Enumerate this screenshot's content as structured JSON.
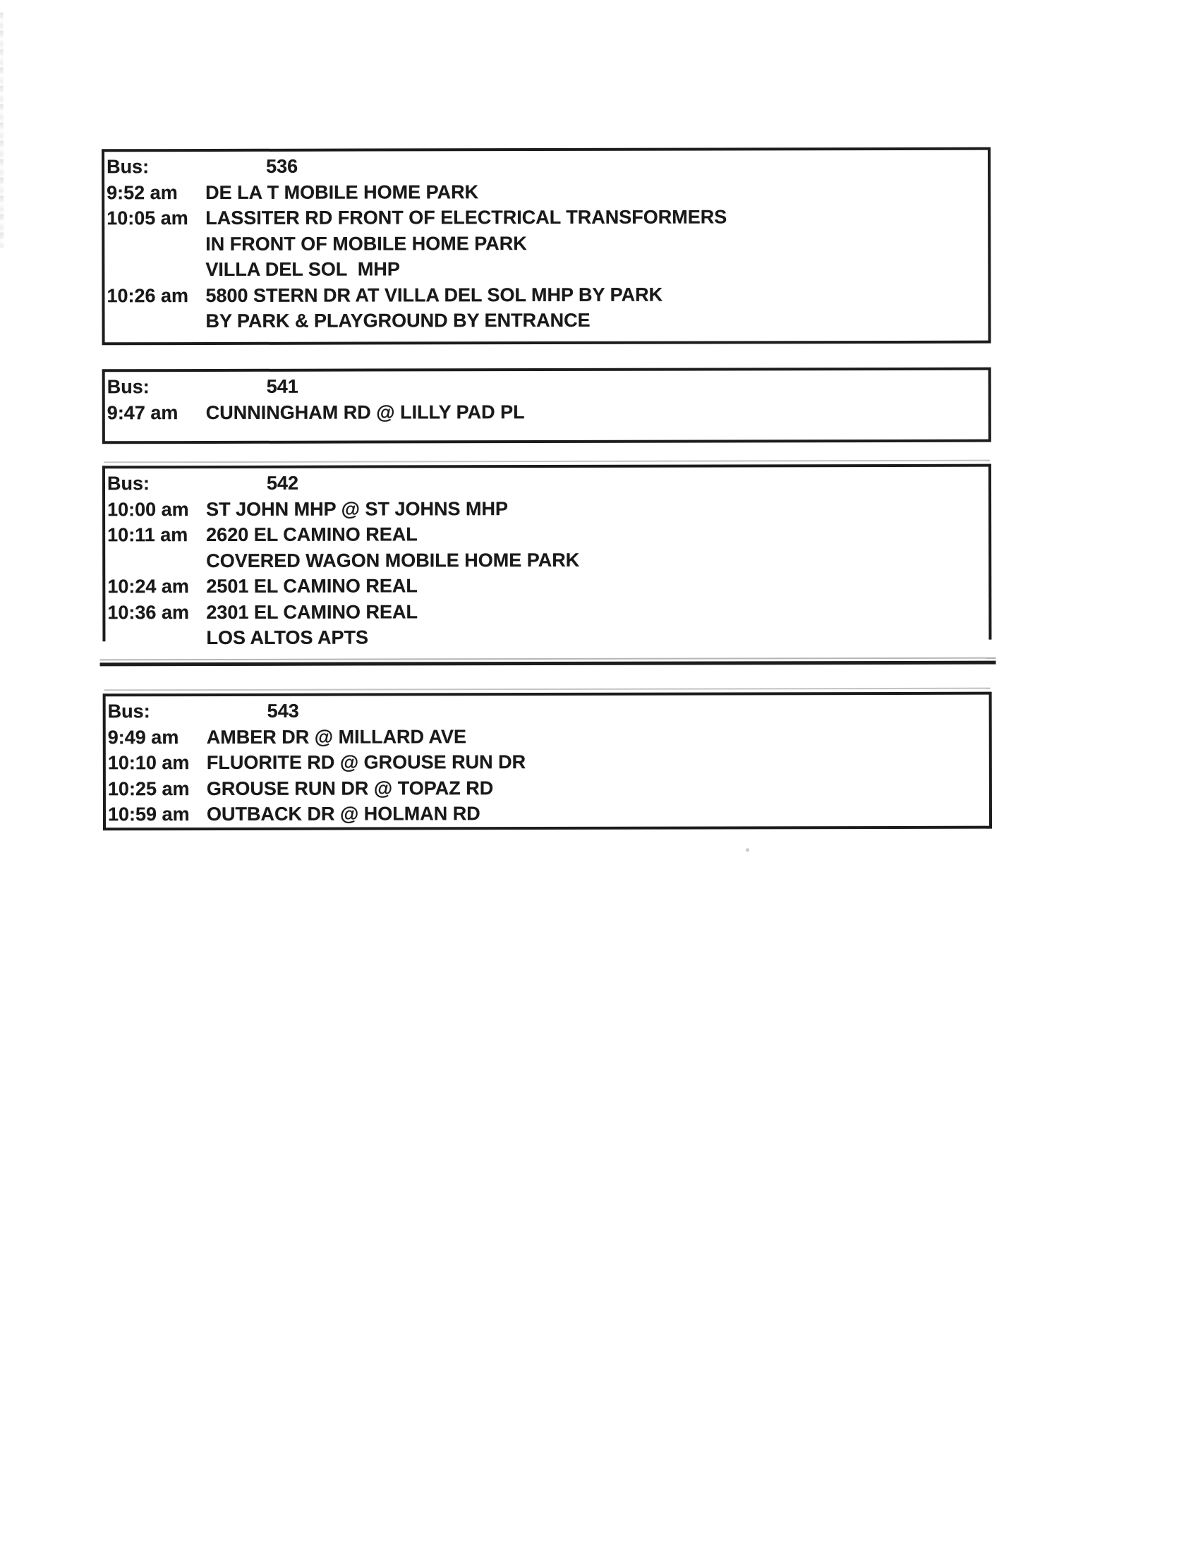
{
  "page": {
    "background_color": "#ffffff",
    "text_color": "#191919",
    "border_color": "#1c1c1c"
  },
  "schedules": [
    {
      "bus_label": "Bus:",
      "bus_number": "536",
      "stops": [
        {
          "time": "9:52 am",
          "location": "DE LA T MOBILE HOME PARK"
        },
        {
          "time": "10:05 am",
          "location": "LASSITER RD FRONT OF ELECTRICAL TRANSFORMERS"
        },
        {
          "time": "",
          "location": "IN FRONT OF MOBILE HOME PARK"
        },
        {
          "time": "",
          "location": "VILLA DEL SOL  MHP"
        },
        {
          "time": "10:26 am",
          "location": "5800 STERN DR AT VILLA DEL SOL MHP BY PARK"
        },
        {
          "time": "",
          "location": "BY PARK & PLAYGROUND BY ENTRANCE"
        }
      ]
    },
    {
      "bus_label": "Bus:",
      "bus_number": "541",
      "stops": [
        {
          "time": "9:47 am",
          "location": "CUNNINGHAM RD @ LILLY PAD PL"
        }
      ]
    },
    {
      "bus_label": "Bus:",
      "bus_number": "542",
      "stops": [
        {
          "time": "10:00 am",
          "location": "ST JOHN MHP @ ST JOHNS MHP"
        },
        {
          "time": "10:11 am",
          "location": "2620 EL CAMINO REAL"
        },
        {
          "time": "",
          "location": "COVERED WAGON MOBILE HOME PARK"
        },
        {
          "time": "10:24 am",
          "location": "2501 EL CAMINO REAL"
        },
        {
          "time": "10:36 am",
          "location": "2301 EL CAMINO REAL"
        },
        {
          "time": "",
          "location": "LOS ALTOS APTS"
        }
      ]
    },
    {
      "bus_label": "Bus:",
      "bus_number": "543",
      "stops": [
        {
          "time": "9:49 am",
          "location": "AMBER DR @ MILLARD AVE"
        },
        {
          "time": "10:10 am",
          "location": "FLUORITE RD @ GROUSE RUN DR"
        },
        {
          "time": "10:25 am",
          "location": "GROUSE RUN DR @ TOPAZ RD"
        },
        {
          "time": "10:59 am",
          "location": "OUTBACK DR @ HOLMAN RD"
        }
      ]
    }
  ]
}
